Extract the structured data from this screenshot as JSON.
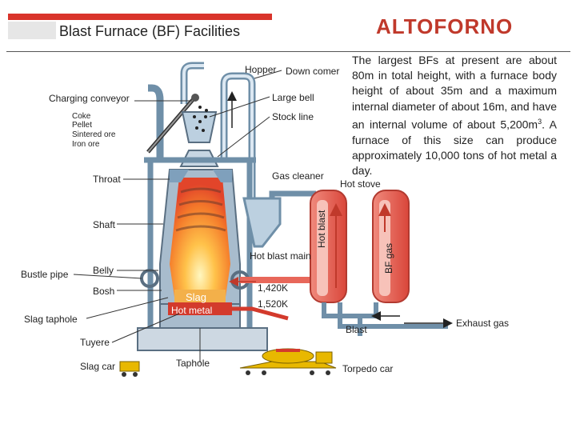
{
  "slide": {
    "title": "ALTOFORNO",
    "description_main": "The largest BFs at present are about 80m in total height, with a furnace body height of about 35m and a maximum internal diameter of about 16m, and have an internal volume of about 5,200m",
    "description_sup": "3",
    "description_end": ". A furnace of this size can produce approximately 10,000 tons of hot metal a day."
  },
  "diagram": {
    "header": "Blast Furnace (BF) Facilities",
    "labels": {
      "hopper": "Hopper",
      "down_comer": "Down comer",
      "charging_conveyor": "Charging conveyor",
      "large_bell": "Large bell",
      "stock_line": "Stock line",
      "coke": "Coke",
      "pellet": "Pellet",
      "sintered_ore": "Sintered ore",
      "iron_ore": "Iron ore",
      "throat": "Throat",
      "gas_cleaner": "Gas cleaner",
      "hot_stove": "Hot stove",
      "shaft": "Shaft",
      "hot_blast_main": "Hot blast main",
      "belly": "Belly",
      "bustle_pipe": "Bustle pipe",
      "bosh": "Bosh",
      "temp_1": "1,420K",
      "temp_2": "1,520K",
      "slag": "Slag",
      "hot_metal": "Hot metal",
      "slag_taphole": "Slag taphole",
      "tuyere": "Tuyere",
      "slag_car": "Slag car",
      "taphole": "Taphole",
      "blast": "Blast",
      "exhaust_gas": "Exhaust gas",
      "torpedo_car": "Torpedo car",
      "hot_blast_vertical": "Hot blast",
      "bf_gas_vertical": "BF gas"
    }
  },
  "colors": {
    "title_red": "#c0392b",
    "steel_blue": "#6f8fa8",
    "pipe_light": "#bcd0e0",
    "stove_red": "#e8675a",
    "furnace_inner": "#f8a03a",
    "hot_metal": "#d33a2c",
    "torpedo_yellow": "#e8b800"
  }
}
